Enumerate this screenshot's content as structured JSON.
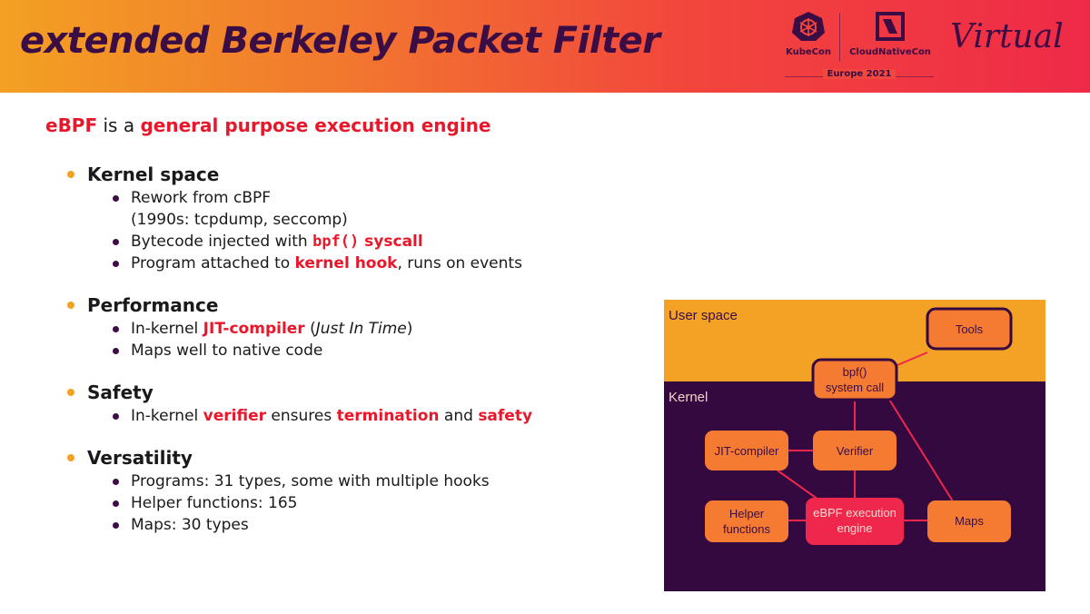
{
  "header": {
    "title": "extended Berkeley Packet Filter",
    "logo_kubecon": "KubeCon",
    "logo_cncf": "CloudNativeCon",
    "logo_event": "Europe 2021",
    "logo_virtual": "Virtual"
  },
  "lead": {
    "term": "eBPF",
    "middle": " is a ",
    "highlight": "general purpose execution engine"
  },
  "sections": {
    "kernel": {
      "title": "Kernel space",
      "item1": "Rework from cBPF",
      "item1_cont": "(1990s: tcpdump, seccomp)",
      "item2_pre": "Bytecode injected with ",
      "item2_code": "bpf()",
      "item2_hl": " syscall",
      "item3_pre": "Program attached to ",
      "item3_hl": "kernel hook",
      "item3_post": ", runs on events"
    },
    "performance": {
      "title": "Performance",
      "item1_pre": "In-kernel ",
      "item1_hl": "JIT-compiler",
      "item1_mid": " (",
      "item1_it": "Just In Time",
      "item1_post": ")",
      "item2": "Maps well to native code"
    },
    "safety": {
      "title": "Safety",
      "item1_pre": "In-kernel ",
      "item1_hl1": "verifier",
      "item1_mid": " ensures ",
      "item1_hl2": "termination",
      "item1_and": " and ",
      "item1_hl3": "safety"
    },
    "versatility": {
      "title": "Versatility",
      "item1": "Programs: 31 types, some with multiple hooks",
      "item2": "Helper functions: 165",
      "item3": "Maps: 30 types"
    }
  },
  "diagram": {
    "user_space_label": "User space",
    "kernel_label": "Kernel",
    "tools": "Tools",
    "bpf_line1": "bpf()",
    "bpf_line2": "system call",
    "jit": "JIT-compiler",
    "verifier": "Verifier",
    "helper_line1": "Helper",
    "helper_line2": "functions",
    "engine_line1": "eBPF execution",
    "engine_line2": "engine",
    "maps": "Maps",
    "colors": {
      "user_bg": "#f4a226",
      "kernel_bg": "#330940",
      "box": "#f57b32",
      "engine": "#f0274c",
      "edge": "#f0274c"
    }
  }
}
